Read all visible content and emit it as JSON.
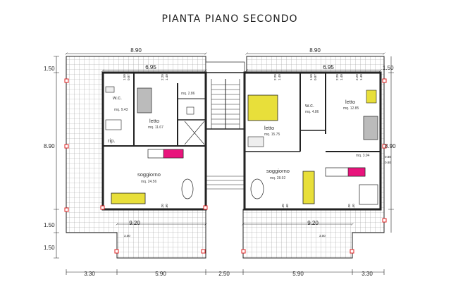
{
  "title": "PIANTA PIANO SECONDO",
  "top_dims": {
    "left_total": "8.90",
    "right_total": "8.90",
    "left_inner": "6.95",
    "right_inner": "6.95"
  },
  "side_dims": {
    "left_top": "1.50",
    "left_mid": "8.90",
    "left_bottom_a": "1.50",
    "left_bottom_b": "1.50",
    "right_mid": "8.90",
    "right_small_a": "0.80",
    "right_small_b": "0.80"
  },
  "bottom_dims": {
    "a": "3.30",
    "b": "5.90",
    "c": "2.50",
    "d": "5.90",
    "e": "3.30"
  },
  "terrace_dims": {
    "left": "9.20",
    "right": "9.20",
    "left_small": "3.00",
    "right_small": "3.00"
  },
  "windows": {
    "w1_w": "1.50",
    "w1_h": "0.87",
    "w2_w": "2.20",
    "w2_h": "1.40",
    "w3_w": "2.20",
    "w3_h": "1.40",
    "w4_w": "1.50",
    "w4_h": "0.87",
    "w5_w": "2.20",
    "w5_h": "1.40",
    "w6_w": "2.20",
    "w6_h": "1.40",
    "d1_w": "2.20",
    "d1_h": "1.60",
    "d2_w": "2.20",
    "d2_h": "1.60",
    "d3_w": "2.20",
    "d3_h": "1.40"
  },
  "rooms": {
    "wc_left": {
      "name": "w.c.",
      "area": "mq. 9.43"
    },
    "corr_left": {
      "area": "mq. 2.86"
    },
    "letto_left": {
      "name": "letto",
      "area": "mq. 11.67"
    },
    "rip": {
      "name": "rip."
    },
    "soggiorno_left": {
      "name": "soggiorno",
      "area": "mq. 24.56"
    },
    "letto_main": {
      "name": "letto",
      "area": "mq. 15.75"
    },
    "wc_right": {
      "name": "w.c.",
      "area": "mq. 4.86"
    },
    "letto_right": {
      "name": "letto",
      "area": "mq. 12.85"
    },
    "small_right": {
      "area": "mq. 3.94"
    },
    "soggiorno_right": {
      "name": "soggiorno",
      "area": "mq. 28.92"
    }
  },
  "colors": {
    "line": "#222222",
    "hatch": "#9a9a9a",
    "furniture_yellow": "#e8df3a",
    "kitchen_pink": "#e8147c",
    "window_red": "#e02020"
  }
}
